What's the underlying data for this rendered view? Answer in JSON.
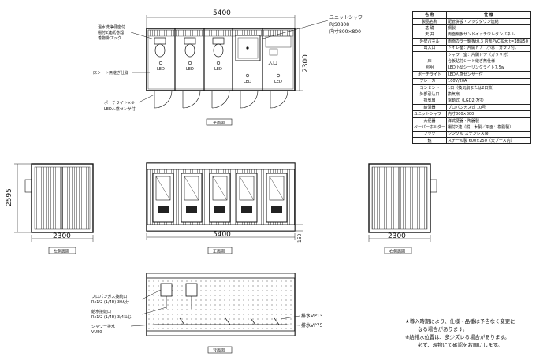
{
  "plan": {
    "caption": "平面図",
    "width_dim": "5400",
    "depth_dim": "2300",
    "shower_label_1": "ユニットシャワー",
    "shower_label_2": "RJS0808",
    "shower_label_3": "内寸800×800",
    "callout_left_1": "温水洗浄便座付",
    "callout_left_2": "棚付2連紙巻器",
    "callout_left_3": "着物掛フック",
    "callout_floor": "床シート無継ぎ仕様",
    "callout_porch_1": "ポーチライト×③",
    "callout_porch_2": "LED人感センサ付",
    "led": "LED",
    "entrance": "入口"
  },
  "left_elev": {
    "caption": "左側面図",
    "width_dim": "2300",
    "height_dim": "2595"
  },
  "front_elev": {
    "caption": "正面図",
    "width_dim": "5400",
    "base_dim": "150"
  },
  "right_elev": {
    "caption": "右側面図",
    "width_dim": "2300"
  },
  "back_elev": {
    "caption": "背面図",
    "label_a1": "プロパンガス接続口",
    "label_a2": "Rc1/2 (1/4B) 30ℓ/分",
    "label_b1": "給水接続口",
    "label_b2": "Rc1/2 (1/4B) 3/4ねじ",
    "label_c1": "シャワー排水",
    "label_c2": "VU50",
    "label_d": "排水VP13",
    "label_e": "排水VP75"
  },
  "spec": {
    "header_name": "名 称",
    "header_spec": "仕 様",
    "rows": [
      {
        "k": "製品名称",
        "v": "配管併設・ノックダウン連結"
      },
      {
        "k": "基 礎",
        "v": "鋼製"
      },
      {
        "k": "天 井",
        "v": "両面鋼板サンドイッチウレタンパネル"
      },
      {
        "k": "外壁パネル",
        "v": "両面カラー鋼板t0.3 内部PVC拡大 t=18@50"
      },
      {
        "k": "出入口",
        "v": "トイレ室：片開ドア（小窓・ガラリ付）"
      },
      {
        "k": "",
        "v": "シャワー室：片開ドア（ガラリ付）"
      },
      {
        "k": "床",
        "v": "合板貼付シート継ぎ無仕様"
      },
      {
        "k": "照明",
        "v": "LED小型シーリングライト7.5w"
      },
      {
        "k": "ポーチライト",
        "v": "LED人感センサー付"
      },
      {
        "k": "ブレーカー",
        "v": "100V/20A"
      },
      {
        "k": "コンセント",
        "v": "1口（換気扇または2口数）"
      },
      {
        "k": "外部引込口",
        "v": "換気扇"
      },
      {
        "k": "換気扇",
        "v": "電動式（LGD2-7付）"
      },
      {
        "k": "給湯器",
        "v": "プロパンガス式 10号"
      },
      {
        "k": "ユニットシャワー",
        "v": "内寸800×800"
      },
      {
        "k": "大便器",
        "v": "洋式便器・陶器製"
      },
      {
        "k": "ペーパーホルダー",
        "v": "棚付2連（縦：木製／平面：樹脂製）"
      },
      {
        "k": "フック",
        "v": "シングル ステンレス製"
      },
      {
        "k": "鏡",
        "v": "スチール製 600×250（大ブース内）"
      }
    ]
  },
  "notes": {
    "n1": "★導入時期により、仕様・品番は予告なく変更に",
    "n1b": "なる場合があります。",
    "n2": "※給排水位置は、多少ズレる場合があります。",
    "n2b": "必ず、現物にて確認をお願いします。"
  }
}
